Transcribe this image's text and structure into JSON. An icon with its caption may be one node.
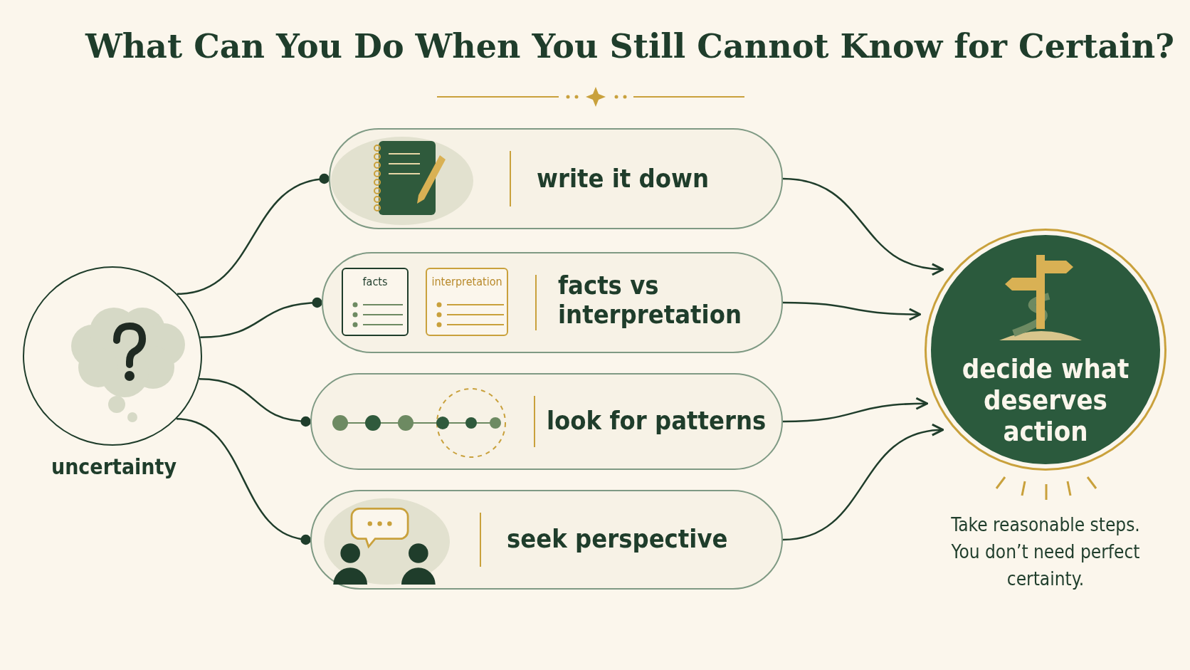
{
  "diagram": {
    "title": "What Can You Do When You Still Cannot Know for Certain?",
    "nodes": [
      {
        "text": [
          "uncertainty"
        ]
      },
      {
        "text": [
          "write it down"
        ]
      },
      {
        "text": [
          "facts vs interpretation"
        ]
      },
      {
        "text": [
          "facts"
        ],
        "in": 2
      },
      {
        "text": [
          "interpretation"
        ],
        "in": 2
      },
      {
        "text": [
          "look for patterns"
        ]
      },
      {
        "text": [
          "seek perspective"
        ]
      },
      {
        "text": [
          "decide what deserves action"
        ],
        "beside": [
          "Take reasonable steps. You don’t need perfect certainty."
        ]
      }
    ],
    "edges": [
      {
        "from": 0,
        "to": 1,
        "arrow": "other"
      },
      {
        "from": 0,
        "to": 2,
        "arrow": "other"
      },
      {
        "from": 0,
        "to": 5,
        "arrow": "other"
      },
      {
        "from": 0,
        "to": 6,
        "arrow": "other"
      },
      {
        "from": 1,
        "to": 7,
        "arrow": "to"
      },
      {
        "from": 2,
        "to": 7,
        "arrow": "to"
      },
      {
        "from": 5,
        "to": 7,
        "arrow": "to"
      },
      {
        "from": 6,
        "to": 7,
        "arrow": "to"
      }
    ]
  }
}
